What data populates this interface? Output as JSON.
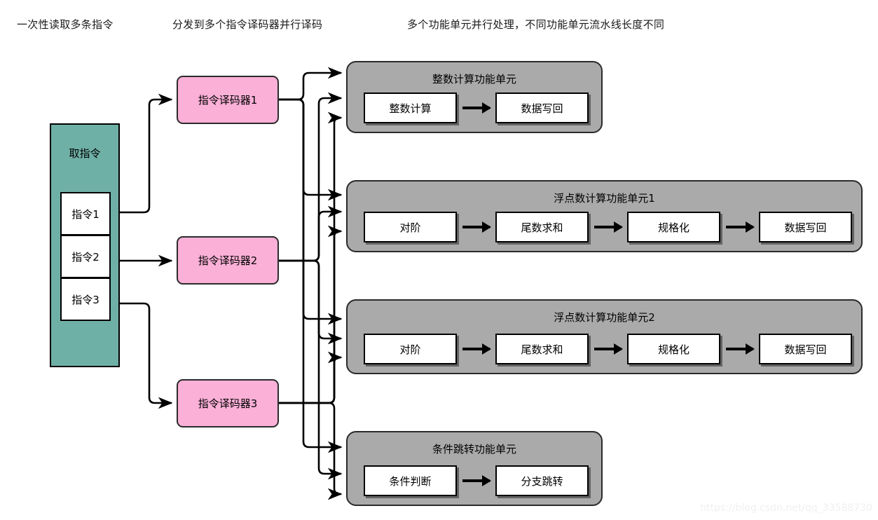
{
  "captions": [
    "一次性读取多条指令",
    "分发到多个指令译码器并行译码",
    "多个功能单元并行处理，不同功能单元流水线长度不同"
  ],
  "fetch_unit": {
    "title": "取指令",
    "instructions": [
      "指令1",
      "指令2",
      "指令3"
    ],
    "fill_color": "#6fb0a6"
  },
  "decoders": [
    {
      "label": "指令译码器1"
    },
    {
      "label": "指令译码器2"
    },
    {
      "label": "指令译码器3"
    }
  ],
  "decoder_fill_color": "#fbb0d7",
  "functional_units": [
    {
      "title": "整数计算功能单元",
      "stages": [
        "整数计算",
        "数据写回"
      ]
    },
    {
      "title": "浮点数计算功能单元1",
      "stages": [
        "对阶",
        "尾数求和",
        "规格化",
        "数据写回"
      ]
    },
    {
      "title": "浮点数计算功能单元2",
      "stages": [
        "对阶",
        "尾数求和",
        "规格化",
        "数据写回"
      ]
    },
    {
      "title": "条件跳转功能单元",
      "stages": [
        "条件判断",
        "分支跳转"
      ]
    }
  ],
  "functional_unit_fill_color": "#aaaaaa",
  "stage_fill_color": "#ffffff",
  "line_color": "#000000",
  "watermark": "https://blog.csdn.net/qq_33588730"
}
